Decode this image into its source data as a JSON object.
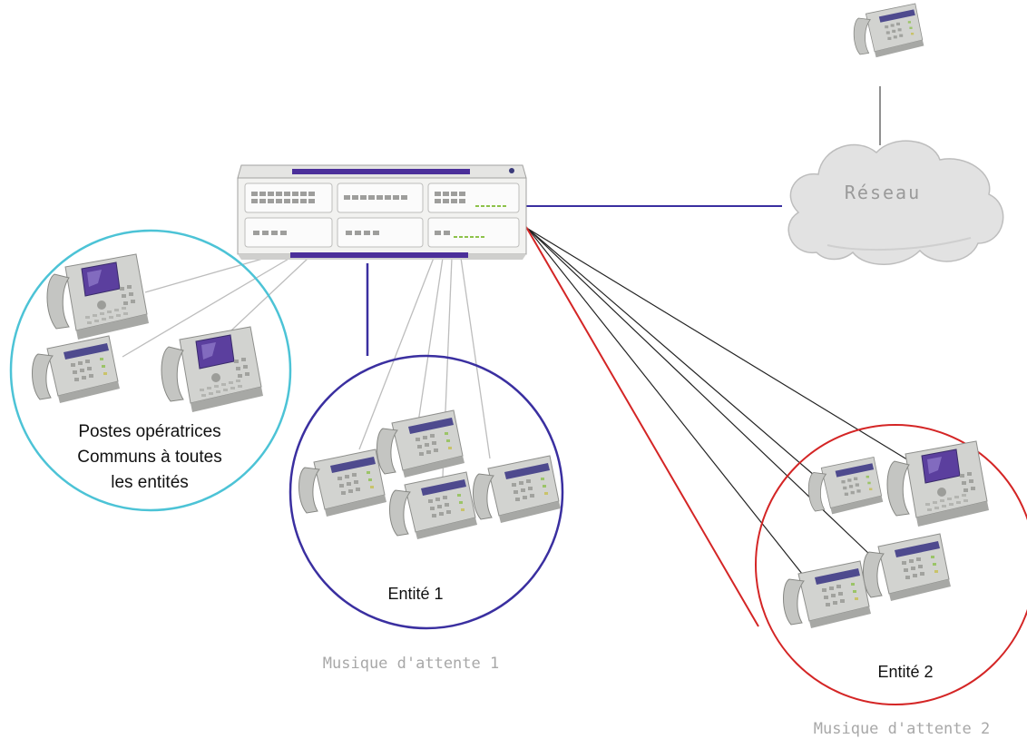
{
  "network": {
    "label": "Réseau"
  },
  "group_operators": {
    "label_lines": [
      "Postes opératrices",
      "Communs à toutes",
      "les entités"
    ],
    "color": "#4cc3d6"
  },
  "group_entity1": {
    "label": "Entité 1",
    "music": "Musique d'attente 1",
    "color": "#3a2fa0"
  },
  "group_entity2": {
    "label": "Entité 2",
    "music": "Musique d'attente 2",
    "color": "#d42525"
  },
  "colors": {
    "link_blue": "#3a2fa0",
    "link_black": "#222222",
    "link_grey": "#bdbdbd",
    "switch_accent": "#4b2f9a"
  },
  "icons": [
    "pbx-switch-icon",
    "network-cloud-icon",
    "desk-phone-icon",
    "operator-console-phone-icon",
    "external-phone-icon"
  ]
}
